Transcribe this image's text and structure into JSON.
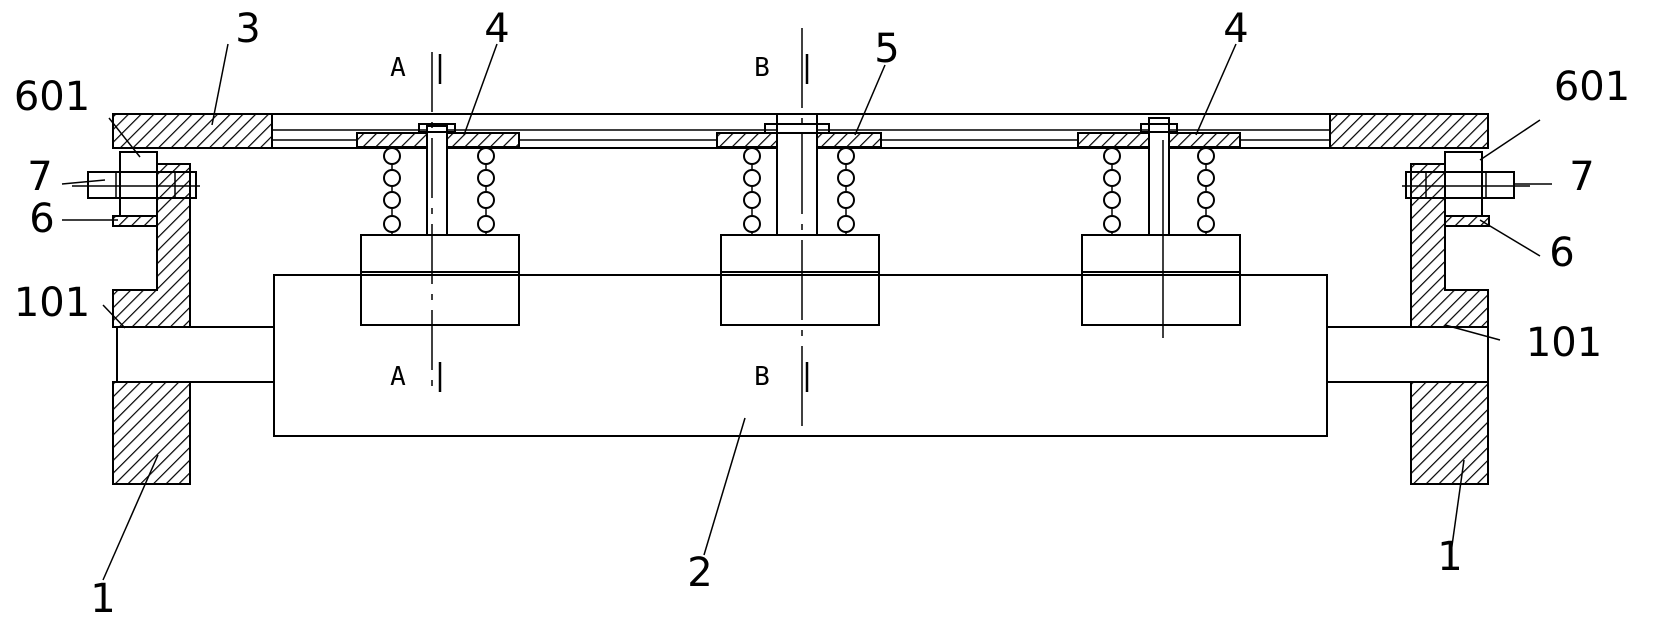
{
  "labels": {
    "part1_left": "1",
    "part1_right": "1",
    "part2": "2",
    "part3": "3",
    "part4_left": "4",
    "part4_right": "4",
    "part5": "5",
    "part6_left": "6",
    "part6_right": "6",
    "part7_left": "7",
    "part7_right": "7",
    "part101_left": "101",
    "part101_right": "101",
    "part601_left": "601",
    "part601_right": "601"
  },
  "section_marks": {
    "a_top": "A",
    "a_bottom": "A",
    "b_top": "B",
    "b_bottom": "B"
  },
  "colors": {
    "ink": "#000000",
    "paper": "#ffffff"
  }
}
